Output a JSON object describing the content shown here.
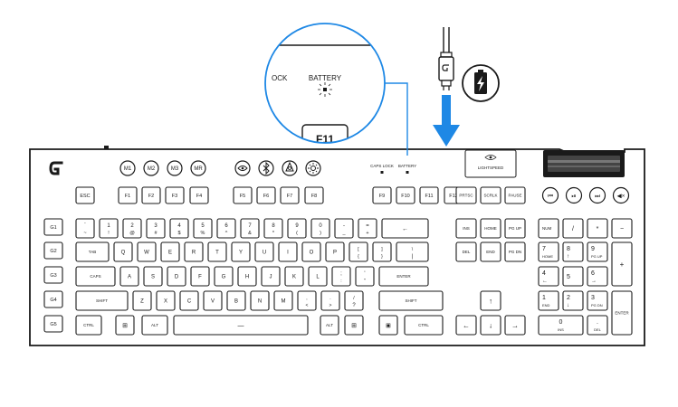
{
  "colors": {
    "ink": "#1a1a1a",
    "accent": "#1e88e5"
  },
  "callout": {
    "left_label": "OCK",
    "battery_label": "BATTERY",
    "key_label": "F11"
  },
  "status_leds": {
    "caps_lock": "CAPS LOCK",
    "battery": "BATTERY"
  },
  "lightspeed_label": "LIGHTSPEED",
  "icons": {
    "logo": "logitech-g-icon",
    "charging": "battery-charging-icon",
    "arrow": "arrow-down-icon",
    "cable": "usb-cable-icon"
  },
  "macro_keys": [
    "M1",
    "M2",
    "M3",
    "MR"
  ],
  "function_keys": [
    "ESC",
    "F1",
    "F2",
    "F3",
    "F4",
    "F5",
    "F6",
    "F7",
    "F8",
    "F9",
    "F10",
    "F11",
    "F12"
  ],
  "g_keys": [
    "G1",
    "G2",
    "G3",
    "G4",
    "G5"
  ],
  "number_row": [
    [
      "`",
      "~"
    ],
    [
      "1",
      "!"
    ],
    [
      "2",
      "@"
    ],
    [
      "3",
      "#"
    ],
    [
      "4",
      "$"
    ],
    [
      "5",
      "%"
    ],
    [
      "6",
      "^"
    ],
    [
      "7",
      "&"
    ],
    [
      "8",
      "*"
    ],
    [
      "9",
      "("
    ],
    [
      "0",
      ")"
    ],
    [
      "-",
      "_"
    ],
    [
      "=",
      "+"
    ]
  ],
  "qwerty_row": [
    "Q",
    "W",
    "E",
    "R",
    "T",
    "Y",
    "U",
    "I",
    "O",
    "P"
  ],
  "home_row": [
    "A",
    "S",
    "D",
    "F",
    "G",
    "H",
    "J",
    "K",
    "L"
  ],
  "bottom_row": [
    "Z",
    "X",
    "C",
    "V",
    "B",
    "N",
    "M"
  ],
  "modifiers": {
    "tab": "TAB",
    "caps": "CAPS",
    "shift": "SHIFT",
    "ctrl": "CTRL",
    "alt": "ALT",
    "enter": "ENTER",
    "backspace": "←"
  },
  "system_keys": [
    "PRTSC",
    "SCRLK",
    "PAUSE"
  ],
  "nav_keys": [
    "INS",
    "HOME",
    "PG UP",
    "DEL",
    "END",
    "PG DN"
  ],
  "numpad": {
    "top": [
      "NUM",
      "/",
      "*",
      "−"
    ],
    "row2": [
      [
        "7",
        "HOME"
      ],
      [
        "8",
        "↑"
      ],
      [
        "9",
        "PG UP"
      ]
    ],
    "row3": [
      [
        "4",
        "←"
      ],
      [
        "5",
        ""
      ],
      [
        "6",
        "→"
      ]
    ],
    "row4": [
      [
        "1",
        "END"
      ],
      [
        "2",
        "↓"
      ],
      [
        "3",
        "PG DN"
      ]
    ],
    "zero": [
      "0",
      "INS"
    ],
    "dot": [
      ".",
      "DEL"
    ],
    "plus": "+",
    "enter": "ENTER"
  }
}
